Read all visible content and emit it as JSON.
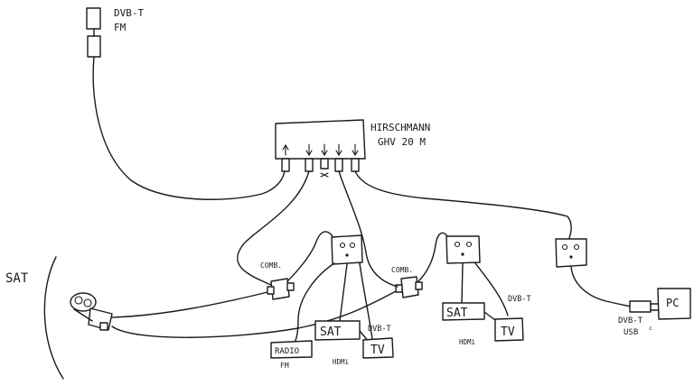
{
  "labels": {
    "antenna_line1": "DVB-T",
    "antenna_line2": "FM",
    "amplifier_line1": "HIRSCHMANN",
    "amplifier_line2": "GHV 20 M",
    "sat": "SAT",
    "comb_left": "COMB.",
    "comb_right": "COMB.",
    "box_sat_left": "SAT",
    "box_sat_right": "SAT",
    "dvbt_left": "DVB-T",
    "dvbt_right": "DVB-T",
    "tv_left": "TV",
    "tv_right": "TV",
    "radio": "RADIO",
    "fm": "FM",
    "hdmi_left": "HDMi",
    "hdmi_right": "HDMi",
    "pc": "PC",
    "dvbt_usb_line1": "DVB-T",
    "dvbt_usb_line2": "USB",
    "dvbt_usb_sub": "c"
  }
}
